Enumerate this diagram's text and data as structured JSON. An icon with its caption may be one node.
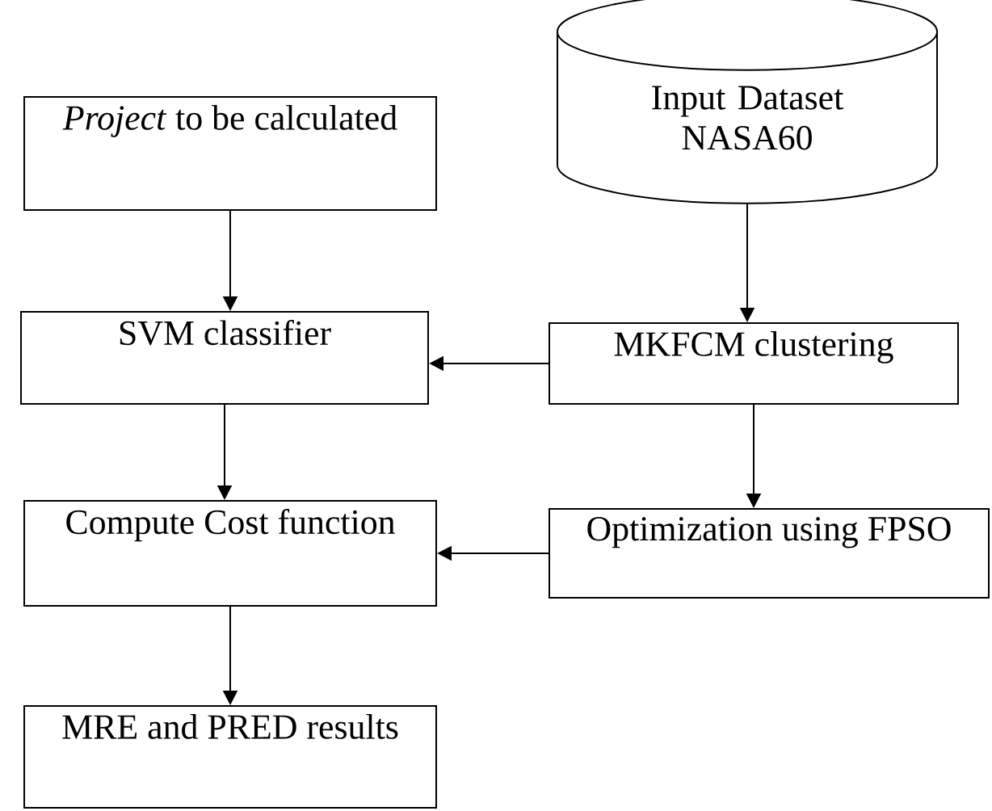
{
  "diagram": {
    "nodes": [
      {
        "text": [
          "*Project* to be calculated"
        ]
      },
      {
        "text": [
          "Input Dataset NASA60"
        ]
      },
      {
        "text": [
          "SVM classifier"
        ]
      },
      {
        "text": [
          "MKFCM clustering"
        ]
      },
      {
        "text": [
          "Compute Cost function"
        ]
      },
      {
        "text": [
          "Optimization using FPSO"
        ]
      },
      {
        "text": [
          "MRE and PRED results"
        ]
      }
    ],
    "edges": [
      {
        "from": 0,
        "to": 2,
        "arrow": "to"
      },
      {
        "from": 1,
        "to": 3,
        "arrow": "to"
      },
      {
        "from": 3,
        "to": 2,
        "arrow": "to"
      },
      {
        "from": 2,
        "to": 4,
        "arrow": "to"
      },
      {
        "from": 3,
        "to": 5,
        "arrow": "to"
      },
      {
        "from": 5,
        "to": 4,
        "arrow": "to"
      },
      {
        "from": 4,
        "to": 6,
        "arrow": "to"
      }
    ]
  }
}
